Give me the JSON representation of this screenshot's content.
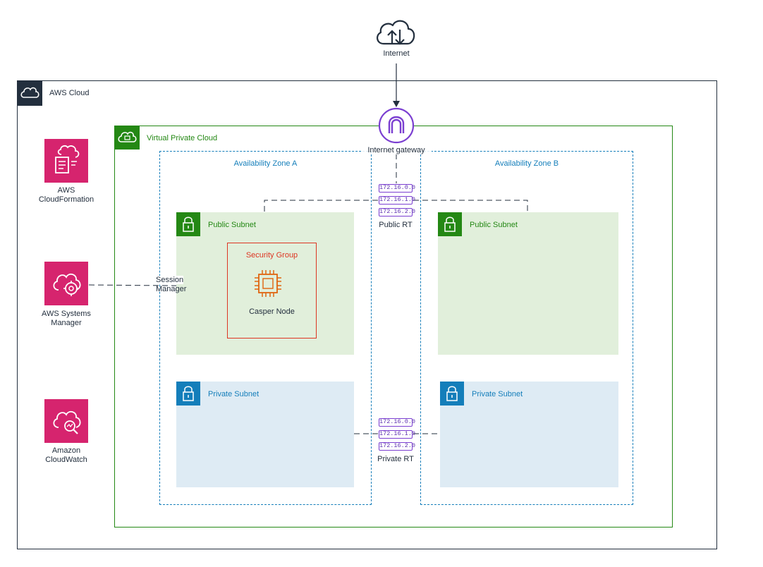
{
  "internet": {
    "label": "Internet",
    "icon": "cloud-upload-download-icon"
  },
  "aws_cloud": {
    "label": "AWS Cloud",
    "icon": "cloud-icon",
    "color": "#232f3e"
  },
  "vpc": {
    "label": "Virtual Private Cloud",
    "icon": "cloud-icon",
    "color": "#248814"
  },
  "internet_gateway": {
    "label": "Internet gateway",
    "color": "#7b3fd1"
  },
  "zones": [
    {
      "label": "Availability Zone A",
      "color": "#147eba"
    },
    {
      "label": "Availability Zone B",
      "color": "#147eba"
    }
  ],
  "subnets": {
    "public_a": {
      "label": "Public Subnet",
      "color": "#248814",
      "fill": "#e1efdb"
    },
    "public_b": {
      "label": "Public Subnet",
      "color": "#248814",
      "fill": "#e1efdb"
    },
    "private_a": {
      "label": "Private Subnet",
      "color": "#147eba",
      "fill": "#deebf4"
    },
    "private_b": {
      "label": "Private Subnet",
      "color": "#147eba",
      "fill": "#deebf4"
    }
  },
  "security_group": {
    "label": "Security Group",
    "color": "#dd3522"
  },
  "node": {
    "label": "Casper Node",
    "icon": "ec2-instance-chip-icon",
    "color": "#e0650f"
  },
  "session_manager": {
    "label_line1": "Session",
    "label_line2": "Manager"
  },
  "public_rt": {
    "label": "Public RT",
    "routes": [
      "172.16.0.0",
      "172.16.1.0",
      "172.16.2.0"
    ]
  },
  "private_rt": {
    "label": "Private RT",
    "routes": [
      "172.16.0.0",
      "172.16.1.0",
      "172.16.2.0"
    ]
  },
  "services": [
    {
      "line1": "AWS",
      "line2": "CloudFormation",
      "icon": "cloudformation-icon",
      "color": "#d6246e"
    },
    {
      "line1": "AWS Systems",
      "line2": "Manager",
      "icon": "systems-manager-icon",
      "color": "#d6246e"
    },
    {
      "line1": "Amazon",
      "line2": "CloudWatch",
      "icon": "cloudwatch-icon",
      "color": "#d6246e"
    }
  ]
}
